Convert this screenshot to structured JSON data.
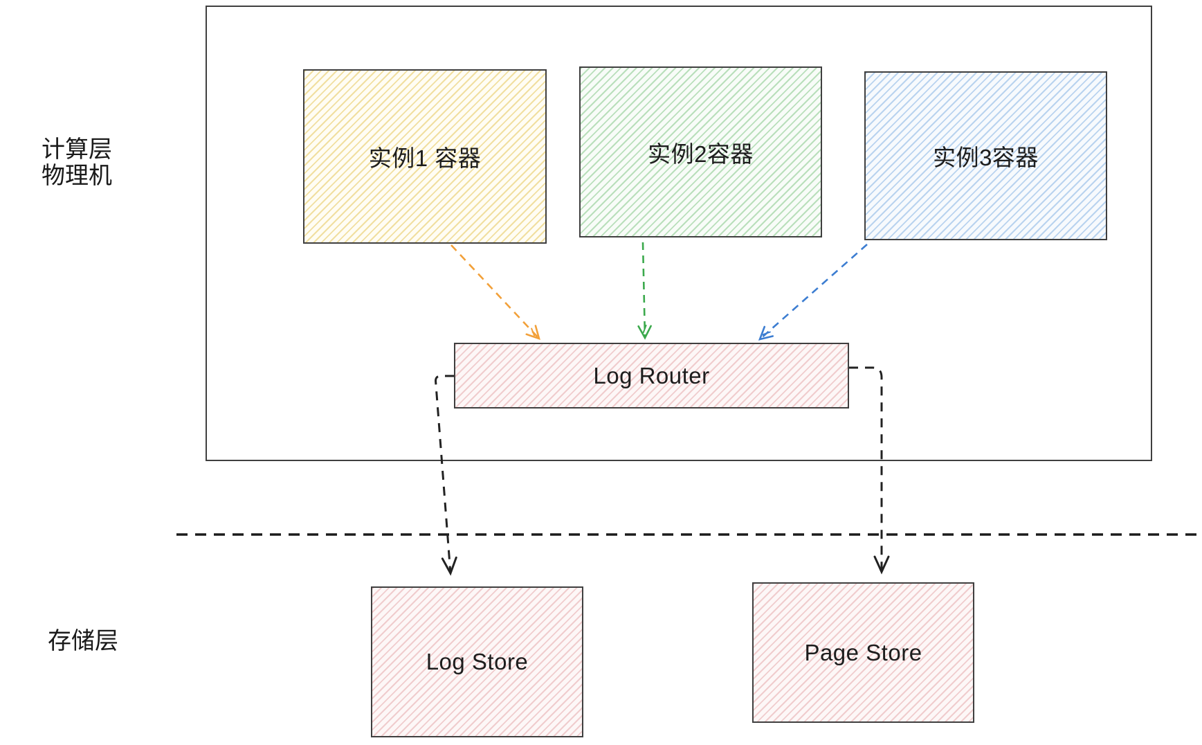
{
  "layers": {
    "compute": {
      "label_line1": "计算层",
      "label_line2": "物理机"
    },
    "storage": {
      "label": "存储层"
    }
  },
  "nodes": {
    "instance1": {
      "label": "实例1 容器"
    },
    "instance2": {
      "label": "实例2容器"
    },
    "instance3": {
      "label": "实例3容器"
    },
    "log_router": {
      "label": "Log Router"
    },
    "log_store": {
      "label": "Log Store"
    },
    "page_store": {
      "label": "Page Store"
    }
  },
  "colors": {
    "border": "#3f3f3f",
    "text": "#1d1d1d",
    "fill_yellow_stripe": "#f1dfa0",
    "fill_green_stripe": "#b9dfbb",
    "fill_blue_stripe": "#b9d3ef",
    "fill_pink_stripe": "#f0cccd",
    "separator": "#1b1b1b"
  },
  "edges": [
    {
      "from": "instance1",
      "to": "log_router",
      "style": "dashed",
      "color": "#f2a039"
    },
    {
      "from": "instance2",
      "to": "log_router",
      "style": "dashed",
      "color": "#3ba94c"
    },
    {
      "from": "instance3",
      "to": "log_router",
      "style": "dashed",
      "color": "#3c7dd1"
    },
    {
      "from": "log_router",
      "to": "log_store",
      "style": "dashed",
      "color": "#222222"
    },
    {
      "from": "log_router",
      "to": "page_store",
      "style": "dashed",
      "color": "#222222"
    }
  ],
  "separator": {
    "style": "dashed",
    "color": "#1b1b1b"
  }
}
